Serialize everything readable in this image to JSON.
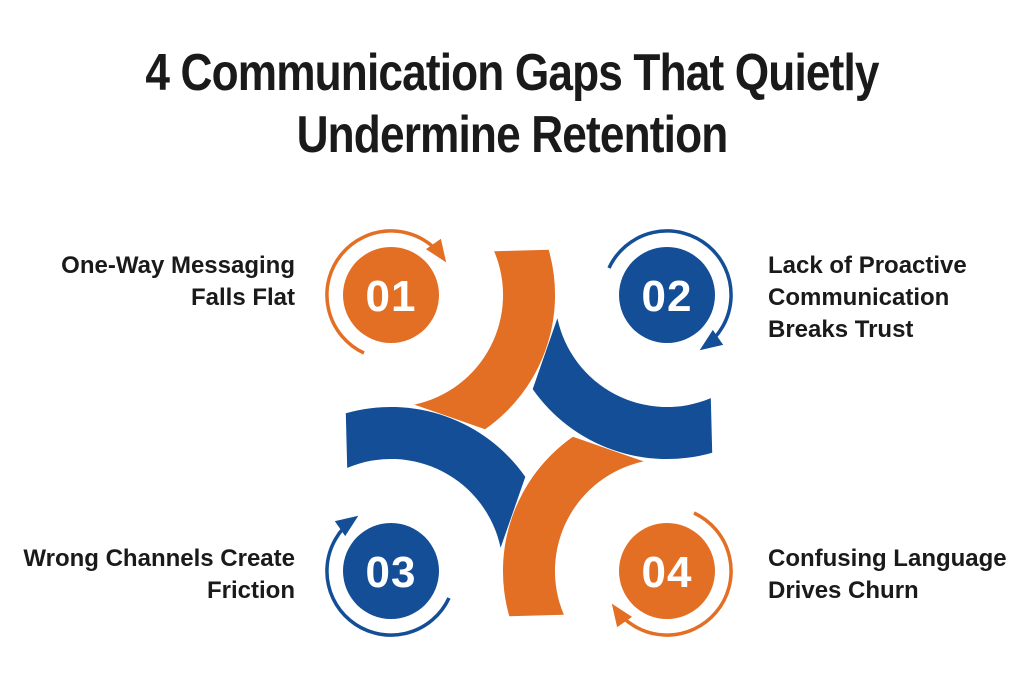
{
  "title": {
    "lines": [
      "4 Communication Gaps That Quietly",
      "Undermine Retention"
    ]
  },
  "colors": {
    "orange": "#E36F25",
    "blue": "#134E97",
    "text": "#1A1A1A",
    "background": "#FFFFFF"
  },
  "diagram": {
    "type": "pinwheel-cycle",
    "arrow_direction": "clockwise",
    "step_count": 4
  },
  "items": [
    {
      "number": "01",
      "color": "orange",
      "position": "top-left",
      "label_lines": [
        "One-Way Messaging",
        "Falls Flat"
      ]
    },
    {
      "number": "02",
      "color": "blue",
      "position": "top-right",
      "label_lines": [
        "Lack of Proactive",
        "Communication",
        "Breaks Trust"
      ]
    },
    {
      "number": "03",
      "color": "blue",
      "position": "bottom-left",
      "label_lines": [
        "Wrong Channels Create",
        "Friction"
      ]
    },
    {
      "number": "04",
      "color": "orange",
      "position": "bottom-right",
      "label_lines": [
        "Confusing Language",
        "Drives Churn"
      ]
    }
  ]
}
